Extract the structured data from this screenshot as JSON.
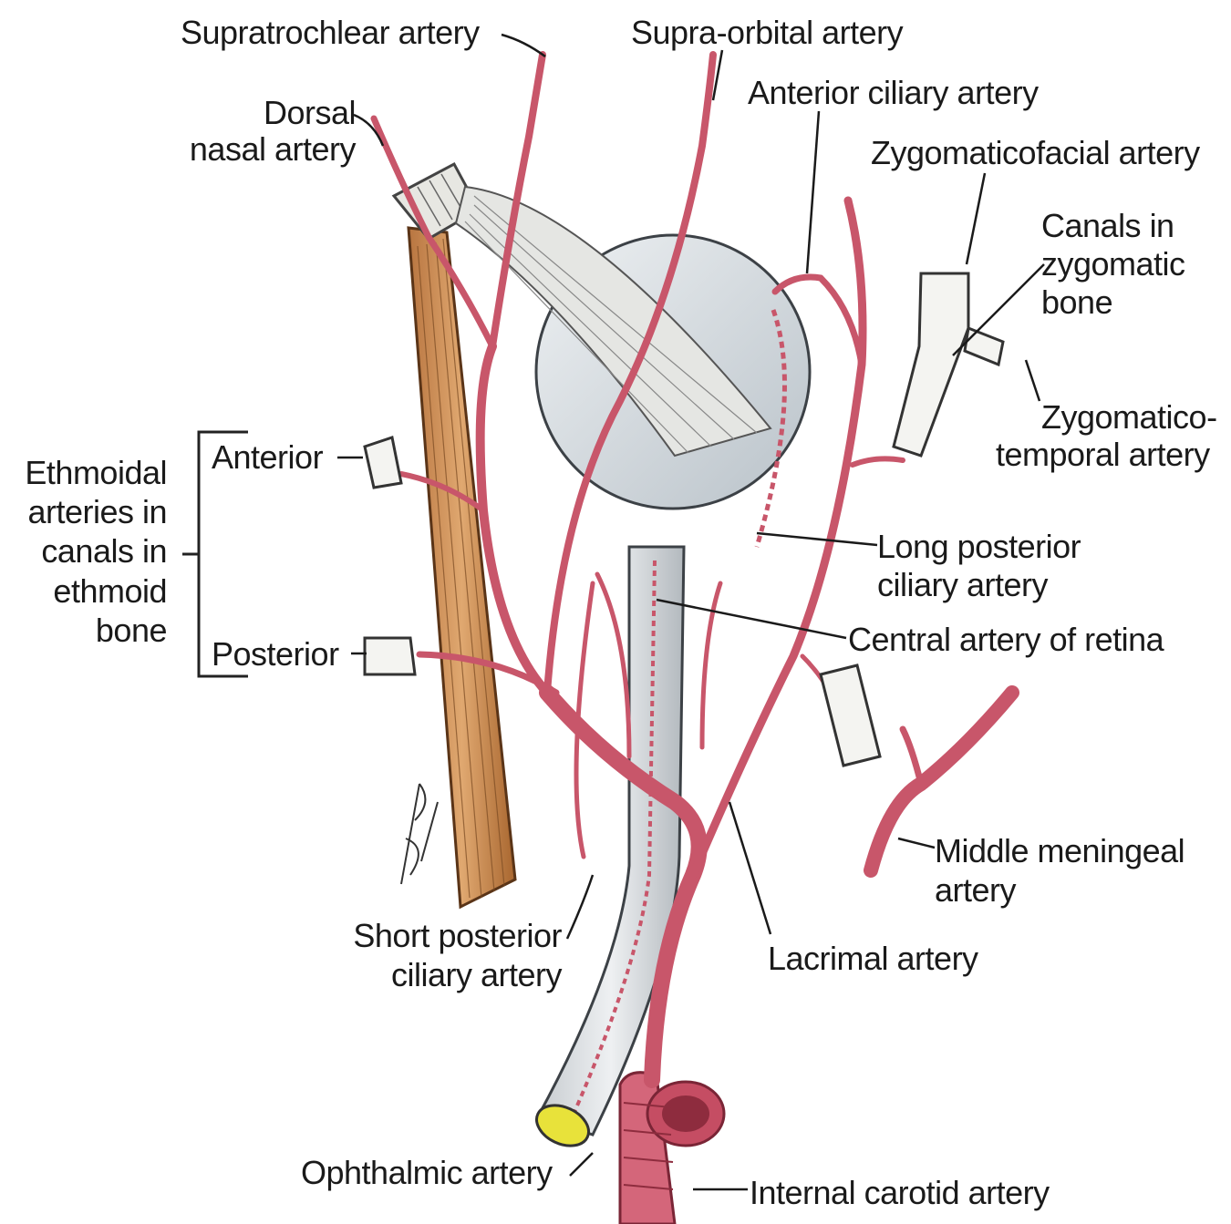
{
  "labels": {
    "supratrochlear": "Supratrochlear artery",
    "supraorbital": "Supra-orbital artery",
    "dorsal_nasal_line1": "Dorsal",
    "dorsal_nasal_line2": "nasal artery",
    "anterior_ciliary": "Anterior ciliary artery",
    "zygomaticofacial": "Zygomaticofacial artery",
    "canals_line1": "Canals in",
    "canals_line2": "zygomatic",
    "canals_line3": "bone",
    "zygtemp_line1": "Zygomatico-",
    "zygtemp_line2": "temporal artery",
    "ethmoidal_line1": "Ethmoidal",
    "ethmoidal_line2": "arteries in",
    "ethmoidal_line3": "canals in",
    "ethmoidal_line4": "ethmoid",
    "ethmoidal_line5": "bone",
    "anterior": "Anterior",
    "posterior": "Posterior",
    "long_post_line1": "Long posterior",
    "long_post_line2": "ciliary artery",
    "central_retina": "Central artery of retina",
    "middle_men_line1": "Middle meningeal",
    "middle_men_line2": "artery",
    "short_post_line1": "Short posterior",
    "short_post_line2": "ciliary artery",
    "lacrimal": "Lacrimal artery",
    "ophthalmic": "Ophthalmic artery",
    "internal_carotid": "Internal carotid artery"
  },
  "colors": {
    "artery": "#c8566a",
    "artery_dark": "#8e2c3e",
    "globe": "#d7dde2",
    "globe_edge": "#4a4f55",
    "muscle": "#c98a55",
    "nerve": "#dfe3e6",
    "nerve_core": "#e8e23a"
  }
}
